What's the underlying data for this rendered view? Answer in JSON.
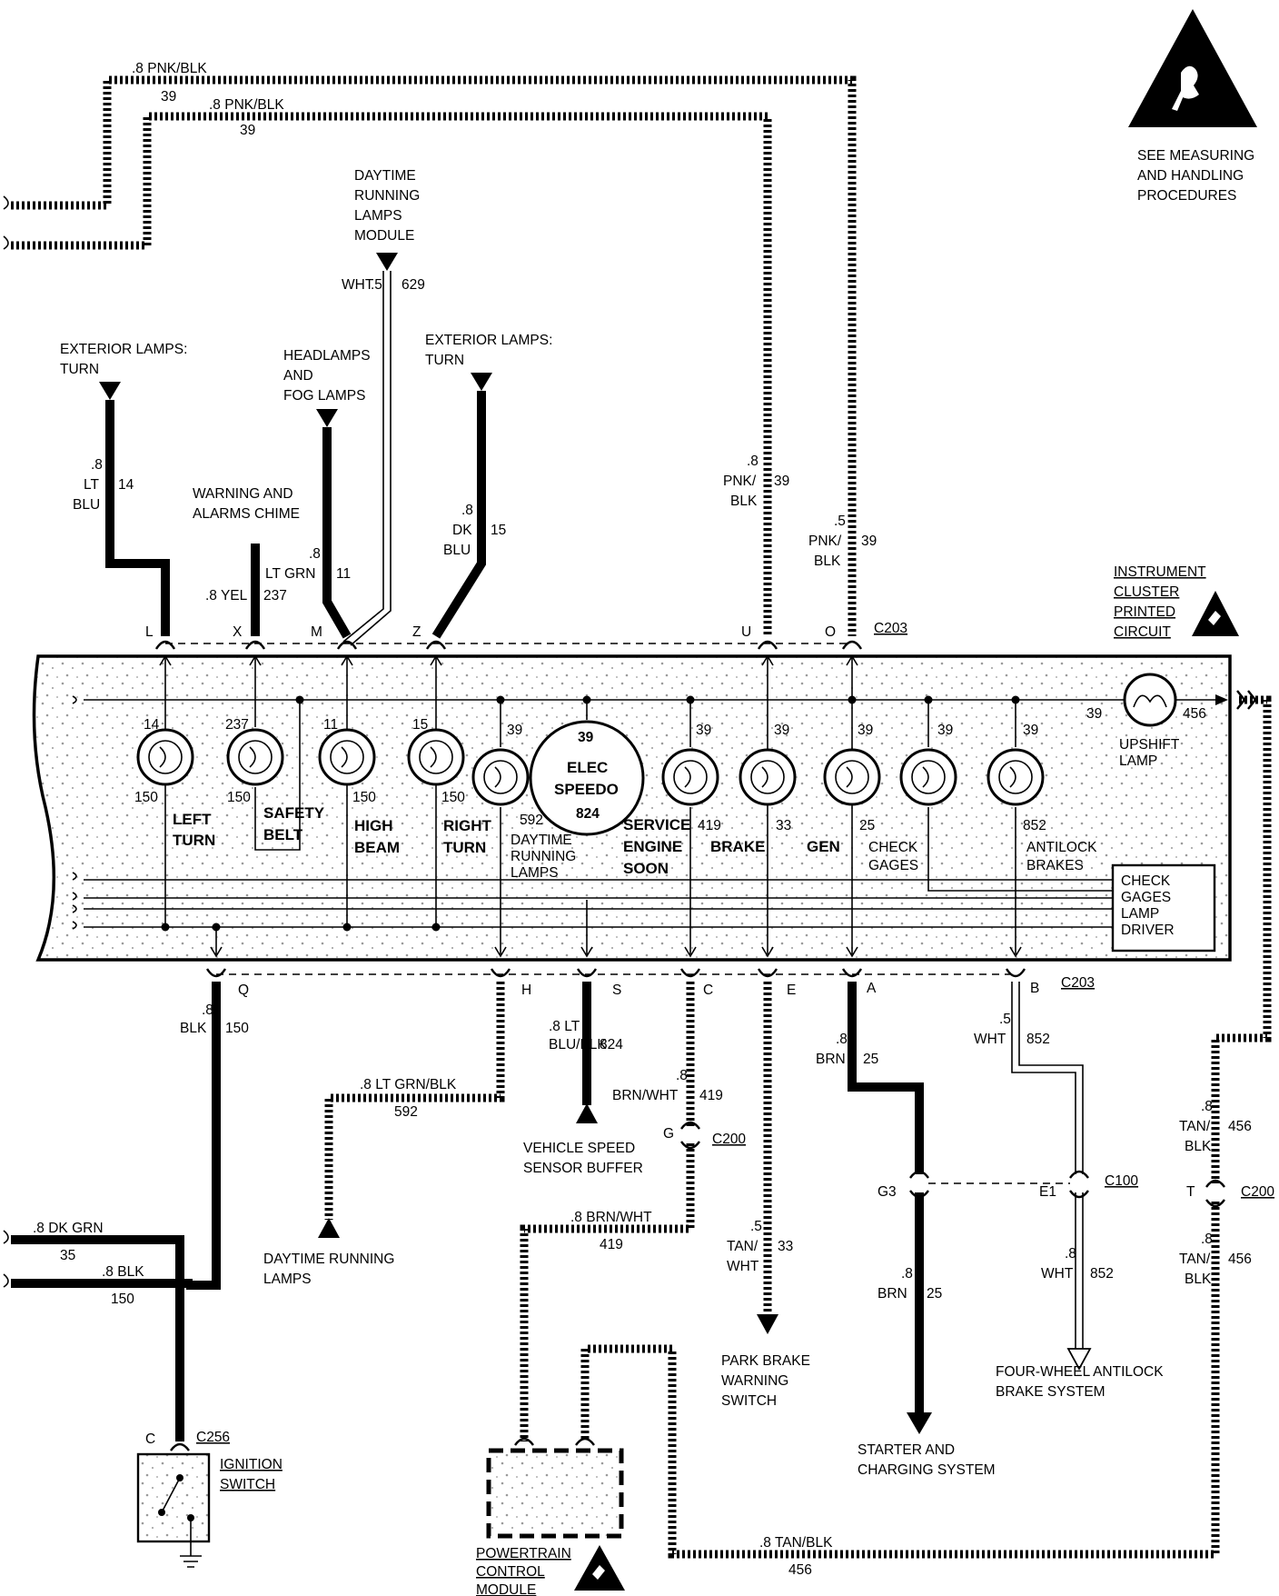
{
  "notice": {
    "lines": [
      "SEE MEASURING",
      "AND HANDLING",
      "PROCEDURES"
    ]
  },
  "top_wires": [
    {
      "gauge_color": ".8 PNK/BLK",
      "circuit": "39"
    },
    {
      "gauge_color": ".8 PNK/BLK",
      "circuit": "39"
    }
  ],
  "top_sources": {
    "dtrl_module": [
      "DAYTIME",
      "RUNNING",
      "LAMPS",
      "MODULE"
    ],
    "ext_turn_left": [
      "EXTERIOR LAMPS:",
      "TURN"
    ],
    "headlamps": [
      "HEADLAMPS",
      "AND",
      "FOG LAMPS"
    ],
    "ext_turn_right": [
      "EXTERIOR LAMPS:",
      "TURN"
    ],
    "chime": [
      "WARNING AND",
      "ALARMS CHIME"
    ]
  },
  "top_wire_labels": {
    "w629": {
      "gauge": ".5",
      "color": "WHT",
      "circuit": "629"
    },
    "w14": {
      "gauge": ".8",
      "color1": "LT",
      "color2": "BLU",
      "circuit": "14"
    },
    "w237": {
      "label": ".8 YEL",
      "circuit": "237"
    },
    "w11": {
      "gauge": ".8",
      "color": "LT GRN",
      "circuit": "11"
    },
    "w15": {
      "gauge": ".8",
      "color1": "DK",
      "color2": "BLU",
      "circuit": "15"
    },
    "wU": {
      "gauge": ".8",
      "color1": "PNK/",
      "color2": "BLK",
      "circuit": "39"
    },
    "wO": {
      "gauge": ".5",
      "color1": "PNK/",
      "color2": "BLK",
      "circuit": "39"
    }
  },
  "top_pins": [
    "L",
    "X",
    "M",
    "Z",
    "U",
    "O"
  ],
  "top_connector": "C203",
  "ipc_label": [
    "INSTRUMENT",
    "CLUSTER",
    "PRINTED",
    "CIRCUIT"
  ],
  "lamps": [
    {
      "id": "left-turn",
      "top": "14",
      "bottom": "150",
      "label": [
        "LEFT",
        "TURN"
      ]
    },
    {
      "id": "safety-belt",
      "top": "237",
      "bottom": "150",
      "label": [
        "SAFETY",
        "BELT"
      ]
    },
    {
      "id": "high-beam",
      "top": "11",
      "bottom": "150",
      "label": [
        "HIGH",
        "BEAM"
      ]
    },
    {
      "id": "right-turn",
      "top": "15",
      "bottom": "150",
      "label": [
        "RIGHT",
        "TURN"
      ]
    },
    {
      "id": "dtrl",
      "top": "39",
      "bottom": "592",
      "label": [
        "DAYTIME",
        "RUNNING",
        "LAMPS"
      ]
    },
    {
      "id": "service-engine",
      "top": "39",
      "bottom": "419",
      "label": [
        "SERVICE",
        "ENGINE",
        "SOON"
      ]
    },
    {
      "id": "brake",
      "top": "39",
      "bottom": "33",
      "label": [
        "BRAKE"
      ]
    },
    {
      "id": "gen",
      "top": "39",
      "bottom": "25",
      "label": [
        "GEN"
      ]
    },
    {
      "id": "check-gages",
      "top": "39",
      "bottom": "",
      "label": [
        "CHECK",
        "GAGES"
      ]
    },
    {
      "id": "antilock",
      "top": "39",
      "bottom": "852",
      "label": [
        "ANTILOCK",
        "BRAKES"
      ]
    }
  ],
  "speedo": {
    "top": "39",
    "line1": "ELEC",
    "line2": "SPEEDO",
    "bottom": "824"
  },
  "upshift": {
    "left": "39",
    "right": "456",
    "label": [
      "UPSHIFT",
      "LAMP"
    ]
  },
  "driver_box": [
    "CHECK",
    "GAGES",
    "LAMP",
    "DRIVER"
  ],
  "bottom_pins": [
    "Q",
    "H",
    "S",
    "C",
    "E",
    "A",
    "B"
  ],
  "bottom_connector": "C203",
  "bottom_wires": {
    "q150": {
      "gauge": ".8",
      "color": "BLK",
      "circuit": "150"
    },
    "h592": {
      "label": ".8 LT GRN/BLK",
      "circuit": "592"
    },
    "s824": {
      "gauge": ".8 LT",
      "color": "BLU/BLK",
      "circuit": "824"
    },
    "c419": {
      "gauge": ".8",
      "color": "BRN/WHT",
      "circuit": "419"
    },
    "c419b": {
      "label": ".8 BRN/WHT",
      "circuit": "419"
    },
    "e33": {
      "gauge": ".5",
      "color1": "TAN/",
      "color2": "WHT",
      "circuit": "33"
    },
    "a25": {
      "gauge": ".8",
      "color": "BRN",
      "circuit": "25"
    },
    "a25b": {
      "gauge": ".8",
      "color": "BRN",
      "circuit": "25"
    },
    "b852": {
      "gauge": ".5",
      "color": "WHT",
      "circuit": "852"
    },
    "b852b": {
      "gauge": ".8",
      "color": "WHT",
      "circuit": "852"
    },
    "t456a": {
      "gauge": ".8",
      "color1": "TAN/",
      "color2": "BLK",
      "circuit": "456"
    },
    "t456b": {
      "gauge": ".8",
      "color1": "TAN/",
      "color2": "BLK",
      "circuit": "456"
    },
    "t456c": {
      "label": ".8 TAN/BLK",
      "circuit": "456"
    },
    "dkgrn": {
      "label": ".8 DK GRN",
      "circuit": "35"
    },
    "blk150": {
      "label": ".8 BLK",
      "circuit": "150"
    }
  },
  "connectors": {
    "g_pin": "G",
    "c200": "C200",
    "g3": "G3",
    "e1": "E1",
    "c100": "C100",
    "t_pin": "T",
    "c200b": "C200",
    "c_pin": "C",
    "c256": "C256"
  },
  "bottom_dest": {
    "dtrl": [
      "DAYTIME RUNNING",
      "LAMPS"
    ],
    "vss": [
      "VEHICLE SPEED",
      "SENSOR BUFFER"
    ],
    "park": [
      "PARK BRAKE",
      "WARNING",
      "SWITCH"
    ],
    "starter": [
      "STARTER AND",
      "CHARGING SYSTEM"
    ],
    "abs": [
      "FOUR-WHEEL ANTILOCK",
      "BRAKE SYSTEM"
    ],
    "ignition": [
      "IGNITION",
      "SWITCH"
    ],
    "pcm": [
      "POWERTRAIN",
      "CONTROL",
      "MODULE"
    ]
  }
}
